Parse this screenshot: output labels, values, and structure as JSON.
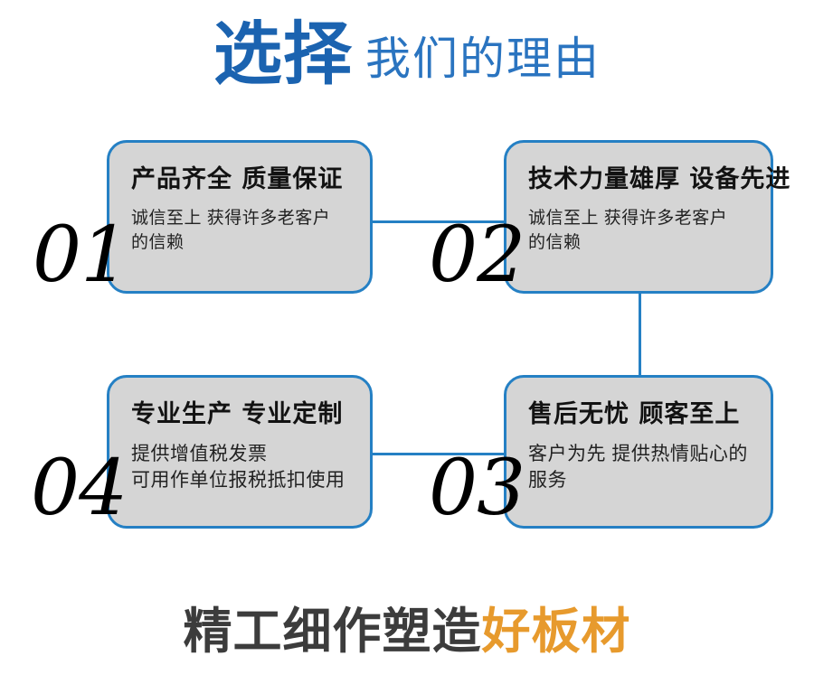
{
  "header": {
    "strong_text": "选择",
    "light_text": "我们的理由",
    "strong_color": "#1b63b0",
    "light_color": "#2a74c0"
  },
  "cards": [
    {
      "number": "01",
      "title": "产品齐全 质量保证",
      "body_lines": [
        "诚信至上 获得许多老客户",
        "的信赖"
      ]
    },
    {
      "number": "02",
      "title": "技术力量雄厚 设备先进",
      "body_lines": [
        "诚信至上 获得许多老客户",
        "的信赖"
      ]
    },
    {
      "number": "03",
      "title": "售后无忧 顾客至上",
      "body_lines": [
        "客户为先 提供热情贴心的",
        "服务"
      ]
    },
    {
      "number": "04",
      "title": "专业生产 专业定制",
      "body_lines": [
        "提供增值税发票",
        "可用作单位报税抵扣使用"
      ]
    }
  ],
  "footer": {
    "dark_text": "精工细作塑造",
    "accent_text": "好板材",
    "dark_color": "#3c3c3c",
    "accent_color": "#e79a2d"
  },
  "theme": {
    "border_color": "#2580c4",
    "card_fill": "#d5d5d5",
    "background": "#ffffff"
  }
}
